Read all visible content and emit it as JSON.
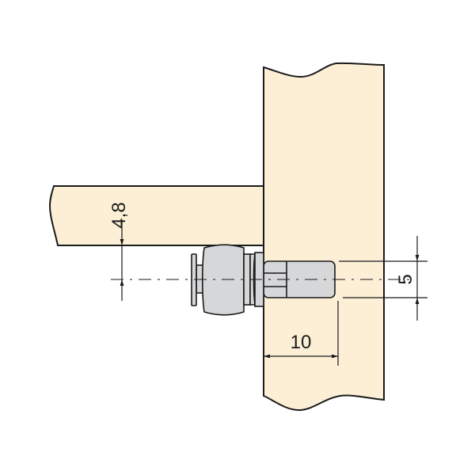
{
  "diagram": {
    "colors": {
      "wood": "#fcefd6",
      "metal": "#d6d7d9",
      "line": "#1a1a1a"
    },
    "dimensions": {
      "shelf_offset": "4,8",
      "pin_diameter": "5",
      "pin_depth": "10"
    }
  }
}
